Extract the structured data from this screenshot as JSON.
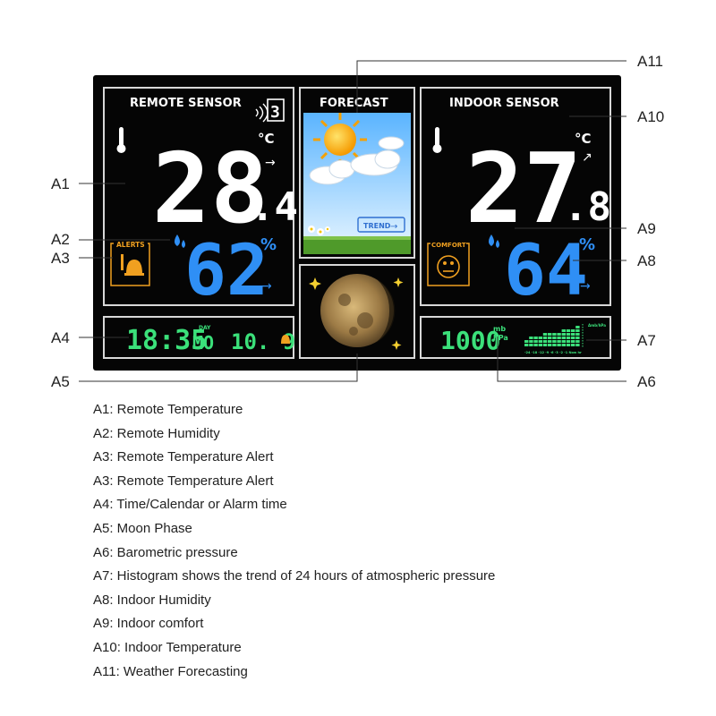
{
  "device": {
    "remote": {
      "title": "REMOTE SENSOR",
      "channel": "3",
      "temp_main": "28",
      "temp_decimal": ".4",
      "temp_unit": "°C",
      "humidity": "62",
      "humidity_unit": "%",
      "alerts_label": "ALERTS"
    },
    "forecast": {
      "title": "FORECAST",
      "trend_label": "TREND"
    },
    "indoor": {
      "title": "INDOOR SENSOR",
      "temp_main": "27",
      "temp_decimal": ".8",
      "temp_unit": "°C",
      "humidity": "64",
      "humidity_unit": "%",
      "comfort_label": "COMFORT"
    },
    "clock": {
      "time": "18:35",
      "day_label": "DAY",
      "day": "MO",
      "date": "10. 9"
    },
    "pressure": {
      "value": "1000",
      "unit_top": "mb",
      "unit_bottom": "hPa",
      "histogram_label": "Δmb/hPa",
      "histogram_levels": [
        2,
        3,
        3,
        3,
        4,
        4,
        4,
        4,
        5,
        5,
        5,
        6
      ],
      "axis_ticks": "-24 -18 -12 -9 -6 -3 -2 -1 Now hr"
    }
  },
  "callouts": [
    "A1",
    "A2",
    "A3",
    "A4",
    "A5",
    "A6",
    "A7",
    "A8",
    "A9",
    "A10",
    "A11"
  ],
  "legend": [
    "A1: Remote Temperature",
    "A2: Remote Humidity",
    "A3: Remote Temperature Alert",
    "A3: Remote Temperature Alert",
    "A4: Time/Calendar or Alarm time",
    "A5: Moon Phase",
    "A6: Barometric pressure",
    "A7: Histogram shows the trend of 24 hours of atmospheric pressure",
    "A8: Indoor Humidity",
    "A9: Indoor comfort",
    "A10: Indoor Temperature",
    "A11: Weather Forecasting"
  ],
  "colors": {
    "device_bg": "#050505",
    "panel_border": "#d8d8d8",
    "temp_white": "#ffffff",
    "humidity_blue": "#2f8ff5",
    "alert_orange": "#f0a020",
    "lcd_green": "#3be07a"
  }
}
